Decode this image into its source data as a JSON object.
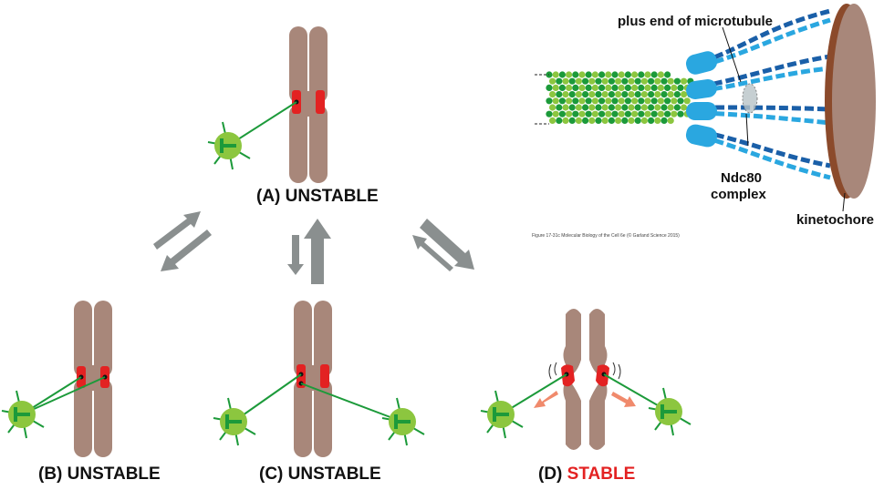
{
  "panels": {
    "a": {
      "prefix": "(A)",
      "status": "UNSTABLE"
    },
    "b": {
      "prefix": "(B)",
      "status": "UNSTABLE"
    },
    "c": {
      "prefix": "(C)",
      "status": "UNSTABLE"
    },
    "d": {
      "prefix": "(D)",
      "status": "STABLE"
    }
  },
  "inset": {
    "plus_end_label": "plus end of microtubule",
    "ndc80_label_line1": "Ndc80",
    "ndc80_label_line2": "complex",
    "kinetochore_label": "kinetochore",
    "caption": "Figure 17-31c Molecular Biology of the Cell 6e (© Garland Science 2015)"
  },
  "colors": {
    "chromosome": "#a8877a",
    "kinetochore_red": "#e32222",
    "microtubule_green": "#1c9a3a",
    "centrosome": "#8cc63f",
    "arrow_gray": "#8a8f8f",
    "tension_arrow": "#f08a6c",
    "kinetochore_plate": "#a8877a",
    "ndc80_light": "#2aa7e0",
    "ndc80_dark": "#1a5fa8",
    "stable_text": "#e32222"
  }
}
